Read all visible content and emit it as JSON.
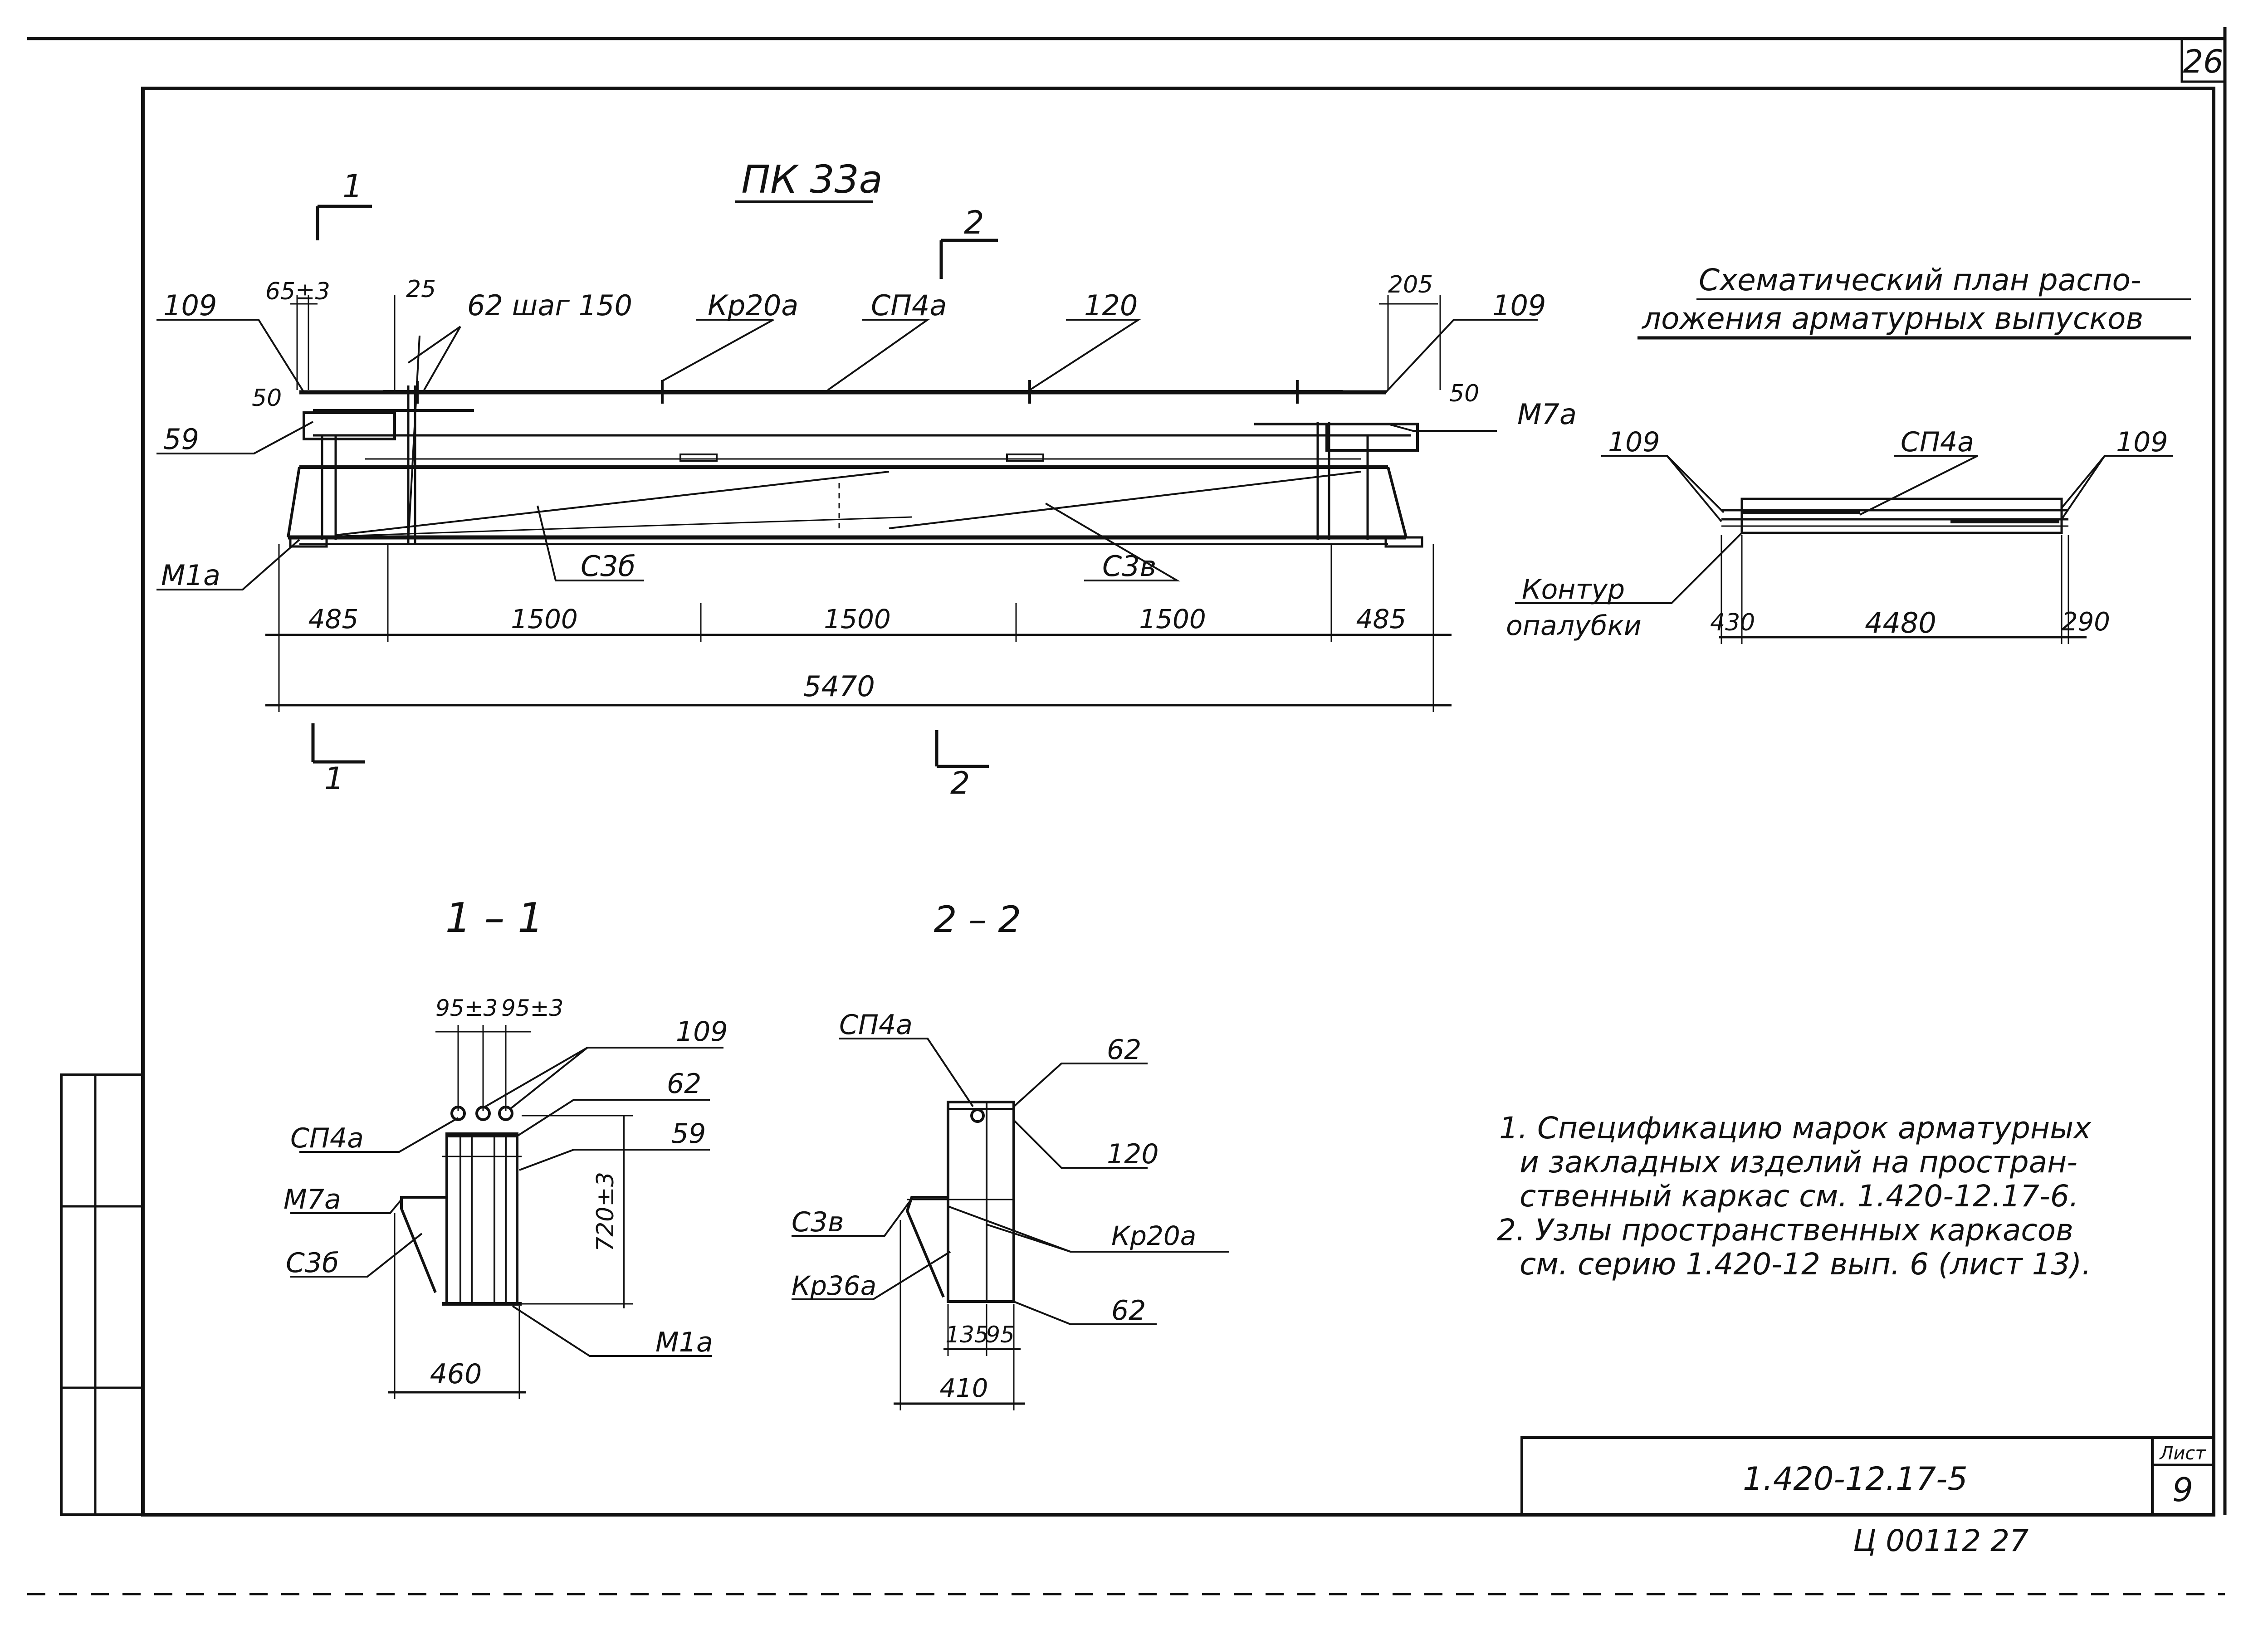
{
  "sheet_number_corner": "26",
  "main_view": {
    "title": "ПК 33а",
    "section_marks": {
      "s1_top": "1",
      "s1_bottom": "1",
      "s2_top": "2",
      "s2_bottom": "2"
    },
    "labels": {
      "l109_left": "109",
      "l109_right": "109",
      "l65": "65±3",
      "l25": "25",
      "l62_step": "62 шаг 150",
      "kr20a": "Кр20а",
      "sp4a": "СП4а",
      "l120": "120",
      "l205": "205",
      "l50_left": "50",
      "l50_right": "50",
      "l59": "59",
      "m7a": "М7а",
      "m1a": "М1а",
      "c3b": "С3б",
      "c3v": "С3в"
    },
    "dims": {
      "d1": "485",
      "d2": "1500",
      "d3": "1500",
      "d4": "1500",
      "d5": "485",
      "total": "5470"
    }
  },
  "scheme": {
    "title_line1": "Схематический план распо-",
    "title_line2": "ложения арматурных выпусков",
    "l109_left": "109",
    "sp4a": "СП4а",
    "l109_right": "109",
    "contour_line1": "Контур",
    "contour_line2": "опалубки",
    "d_left": "430",
    "d_mid": "4480",
    "d_right": "290"
  },
  "section_1_1": {
    "title": "1 – 1",
    "d95_left": "95±3",
    "d95_right": "95±3",
    "l109": "109",
    "sp4a": "СП4а",
    "l62": "62",
    "l59": "59",
    "height": "720±3",
    "m7a": "М7а",
    "c3b": "С3б",
    "m1a": "М1а",
    "width": "460"
  },
  "section_2_2": {
    "title": "2 – 2",
    "sp4a": "СП4а",
    "l62_top": "62",
    "l120": "120",
    "c3v": "С3в",
    "kr20a": "Кр20а",
    "kr36a": "Кр36а",
    "l62_bottom": "62",
    "d135": "135",
    "d95": "95",
    "width": "410"
  },
  "notes": [
    "1. Спецификацию марок арматурных",
    "и закладных изделий на простран-",
    "ственный каркас см. 1.420-12.17-6.",
    "2. Узлы пространственных каркасов",
    "см. серию 1.420-12 вып. 6 (лист 13)."
  ],
  "title_block": {
    "code": "1.420-12.17-5",
    "sheet_label": "Лист",
    "sheet_number": "9"
  },
  "archive_number": "Ц 00112 27"
}
